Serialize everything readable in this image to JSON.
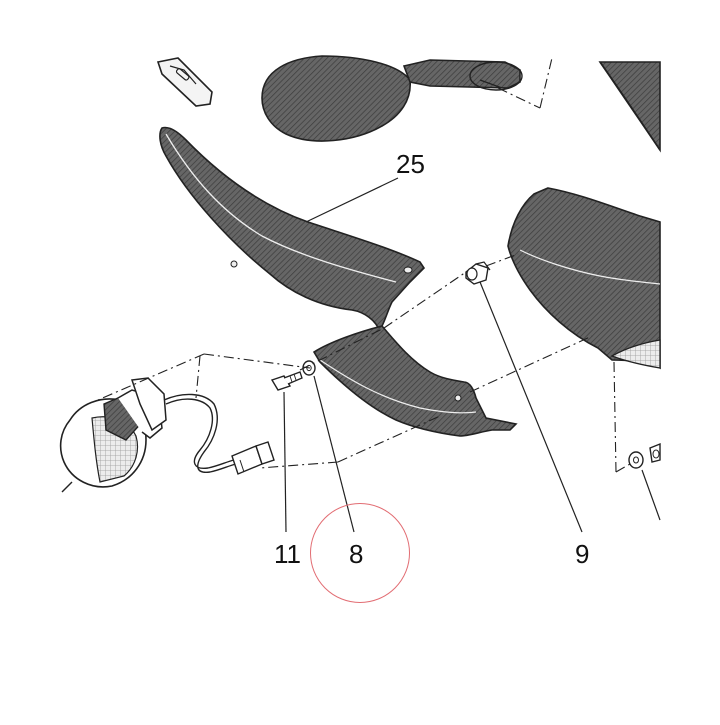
{
  "callouts": {
    "part_25": "25",
    "part_11": "11",
    "part_8": "8",
    "part_9": "9"
  },
  "colors": {
    "line": "#111111",
    "part_fill": "#5e5e5e",
    "highlight_circle": "#e26d73",
    "background": "#ffffff"
  },
  "icons": {
    "screw": "screw-icon",
    "washer": "washer-icon",
    "spacer": "spacer-icon",
    "turn_signal": "turn-signal-icon",
    "connector": "connector-icon"
  },
  "highlighted_part": "8"
}
